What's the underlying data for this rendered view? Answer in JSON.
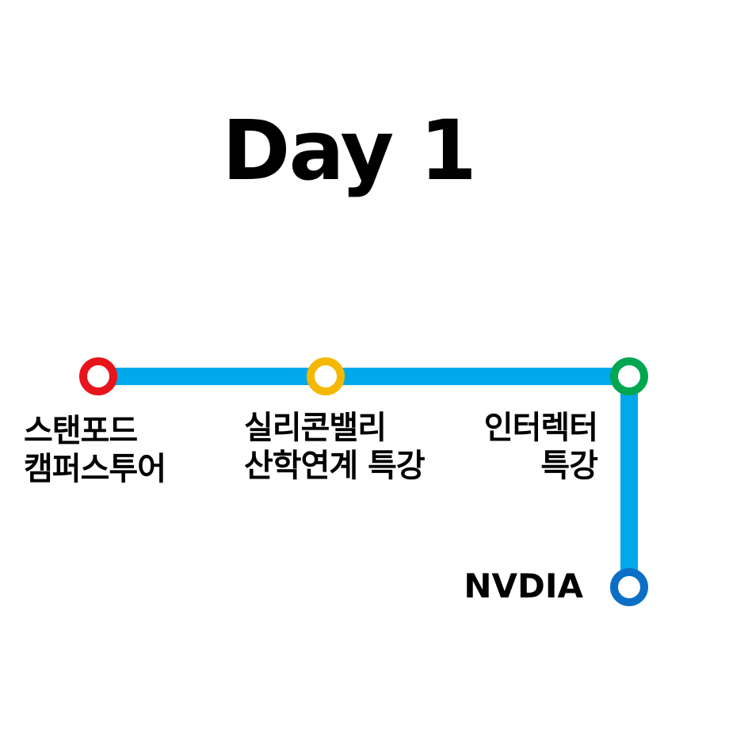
{
  "title": "Day 1",
  "colors": {
    "line": "#00a9ec",
    "background": "#ffffff",
    "text": "#000000"
  },
  "stations": [
    {
      "id": "stanford",
      "lines": [
        "스탠포드",
        "캠퍼스투어"
      ],
      "color": "#e8141c"
    },
    {
      "id": "silicon",
      "lines": [
        "실리콘밸리",
        "산학연계 특강"
      ],
      "color": "#f5b800"
    },
    {
      "id": "interactor",
      "lines": [
        "인터렉터",
        "특강"
      ],
      "color": "#00a650"
    },
    {
      "id": "nvidia",
      "lines": [
        "NVDIA"
      ],
      "color": "#0c6fc6"
    }
  ]
}
